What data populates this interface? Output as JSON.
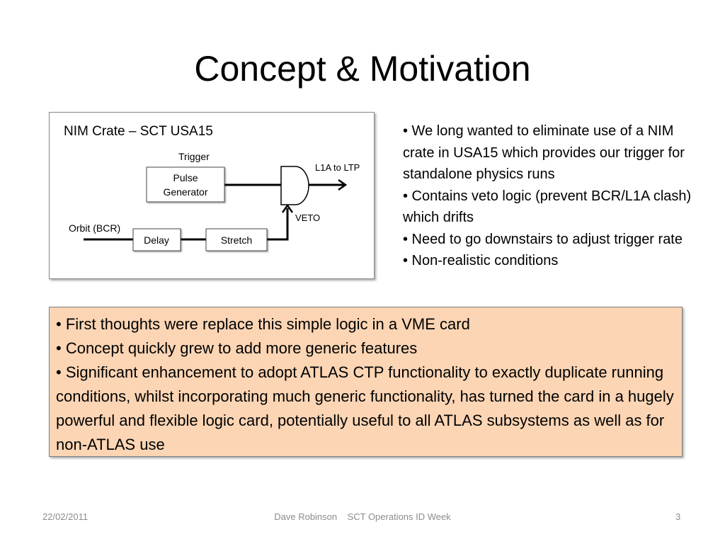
{
  "slide": {
    "title": "Concept & Motivation"
  },
  "diagram": {
    "box_title": "NIM Crate – SCT USA15",
    "trigger_label": "Trigger",
    "pulse_gen_line1": "Pulse",
    "pulse_gen_line2": "Generator",
    "output_label": "L1A to LTP",
    "veto_label": "VETO",
    "orbit_label": "Orbit (BCR)",
    "delay_label": "Delay",
    "stretch_label": "Stretch"
  },
  "right_bullets": [
    "• We long wanted to eliminate use of a NIM crate in USA15 which provides our trigger for standalone physics runs",
    "• Contains veto logic (prevent BCR/L1A clash) which drifts",
    "• Need to go downstairs to adjust trigger rate",
    "• Non-realistic conditions"
  ],
  "highlight_bullets": [
    "• First thoughts were replace this simple logic in a VME card",
    "• Concept quickly grew to add more generic features",
    "• Significant enhancement to adopt ATLAS CTP functionality to exactly duplicate running conditions, whilst incorporating much generic functionality, has turned the card in a hugely powerful and flexible logic card, potentially useful to all ATLAS subsystems as well as for non-ATLAS use"
  ],
  "footer": {
    "date": "22/02/2011",
    "center": "Dave Robinson    SCT Operations ID Week",
    "page": "3"
  },
  "colors": {
    "highlight_background": "#fcd5b5",
    "footer_text": "#8c8c8c"
  }
}
